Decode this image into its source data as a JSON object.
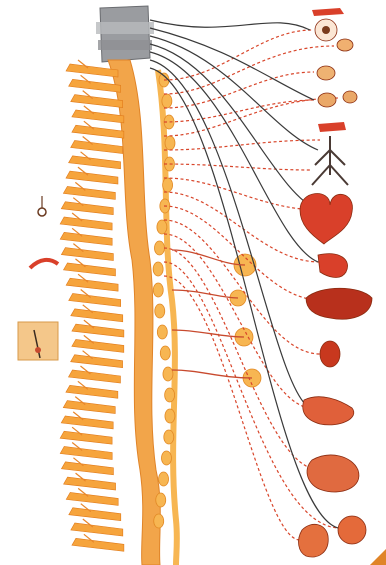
{
  "diagram": {
    "kind": "anatomical illustration",
    "colors": {
      "spinal_cord": "#f2a54a",
      "sympathetic_trunk": "#f7b652",
      "preganglionic_fiber": "#c84a2e",
      "postganglionic_fiber": "#d8452a",
      "parasympathetic_fiber": "#3a3a3a",
      "organ": "#d9402a",
      "skin": "#f4c78a"
    },
    "structures": [
      "brainstem",
      "spinal-cord",
      "sympathetic-trunk",
      "prevertebral-ganglia",
      "skin-inset",
      "blood-vessel",
      "eye",
      "salivary-glands",
      "lungs",
      "heart",
      "stomach",
      "liver",
      "kidney",
      "intestines",
      "bladder",
      "genitals"
    ]
  }
}
